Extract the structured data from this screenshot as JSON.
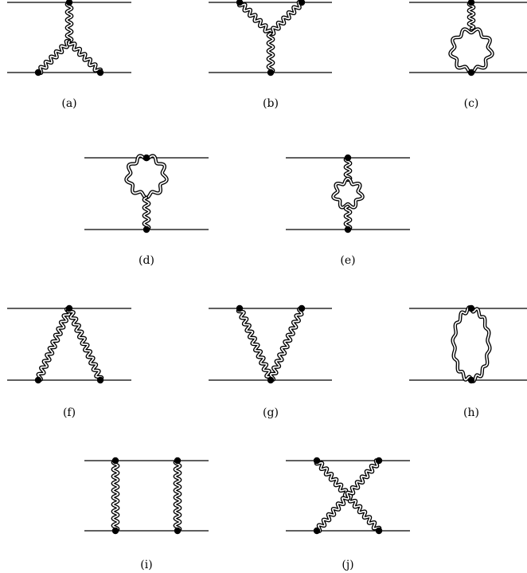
{
  "figure": {
    "panels": [
      {
        "id": "a",
        "label": "(a)"
      },
      {
        "id": "b",
        "label": "(b)"
      },
      {
        "id": "c",
        "label": "(c)"
      },
      {
        "id": "d",
        "label": "(d)"
      },
      {
        "id": "e",
        "label": "(e)"
      },
      {
        "id": "f",
        "label": "(f)"
      },
      {
        "id": "g",
        "label": "(g)"
      },
      {
        "id": "h",
        "label": "(h)"
      },
      {
        "id": "i",
        "label": "(i)"
      },
      {
        "id": "j",
        "label": "(j)"
      }
    ]
  }
}
